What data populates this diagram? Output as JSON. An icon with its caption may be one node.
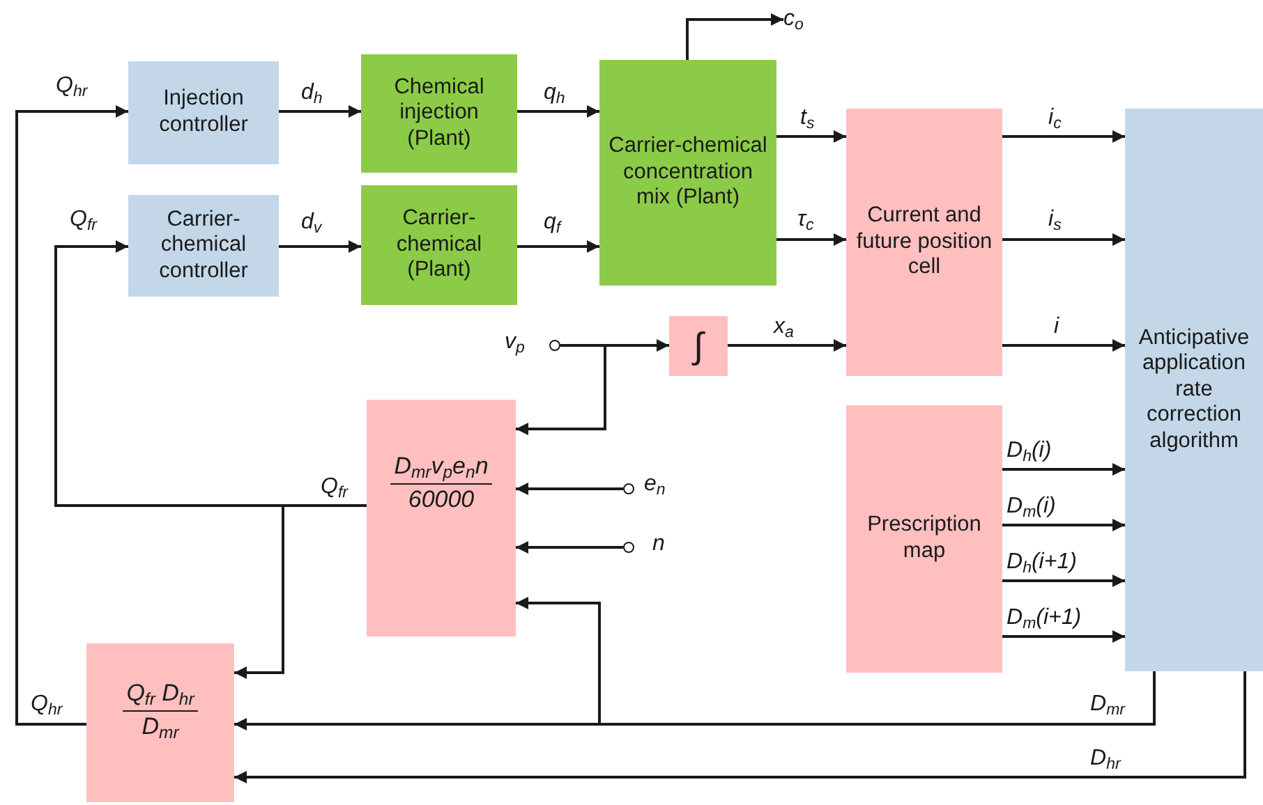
{
  "diagram": {
    "nodes": [
      {
        "text": [
          "Injection controller"
        ]
      },
      {
        "text": [
          "Carrier-chemical controller"
        ]
      },
      {
        "text": [
          "Chemical injection (Plant)"
        ]
      },
      {
        "text": [
          "Carrier-chemical (Plant)"
        ]
      },
      {
        "text": [
          "Carrier-chemical concentration mix (Plant)"
        ]
      },
      {
        "text": [
          "Current and future position cell"
        ]
      },
      {
        "text": [
          "Anticipative application rate correction algorithm"
        ]
      },
      {
        "text": [
          "∫"
        ]
      },
      {
        "text": [
          "D$_{mr}$v$_{p}$e$_{n}$n",
          "60000"
        ]
      },
      {
        "text": [
          "Prescription map"
        ]
      },
      {
        "text": [
          "Q$_{fr}$ D$_{hr}$",
          "D$_{mr}$"
        ]
      },
      {
        "text": [
          "c$_{o}$"
        ]
      },
      {
        "text": [],
        "shape": "circle",
        "beside": [
          "v$_{p}$"
        ]
      },
      {
        "text": [],
        "shape": "circle",
        "beside": [
          "e$_{n}$"
        ]
      },
      {
        "text": [],
        "shape": "circle",
        "beside": [
          "n"
        ]
      }
    ],
    "edges": [
      {
        "from": 10,
        "to": 0,
        "arrow": "to",
        "label": "Q$_{hr}$"
      },
      {
        "from": 8,
        "to": 1,
        "arrow": "to",
        "label": "Q$_{fr}$"
      },
      {
        "from": 8,
        "to": 10,
        "arrow": "to"
      },
      {
        "from": 0,
        "to": 2,
        "arrow": "to",
        "label": "d$_{h}$"
      },
      {
        "from": 1,
        "to": 3,
        "arrow": "to",
        "label": "d$_{v}$"
      },
      {
        "from": 2,
        "to": 4,
        "arrow": "to",
        "label": "q$_{h}$"
      },
      {
        "from": 3,
        "to": 4,
        "arrow": "to",
        "label": "q$_{f}$"
      },
      {
        "from": 4,
        "to": 11,
        "arrow": "to"
      },
      {
        "from": 4,
        "to": 5,
        "arrow": "to",
        "label": "t$_{s}$"
      },
      {
        "from": 4,
        "to": 5,
        "arrow": "to",
        "label": "τ$_{c}$"
      },
      {
        "from": 12,
        "to": 7,
        "arrow": "to"
      },
      {
        "from": 12,
        "to": 8,
        "arrow": "to"
      },
      {
        "from": 7,
        "to": 5,
        "arrow": "to",
        "label": "x$_{a}$"
      },
      {
        "from": 5,
        "to": 6,
        "arrow": "to",
        "label": "i$_{c}$"
      },
      {
        "from": 5,
        "to": 6,
        "arrow": "to",
        "label": "i$_{s}$"
      },
      {
        "from": 5,
        "to": 6,
        "arrow": "to",
        "label": "i"
      },
      {
        "from": 13,
        "to": 8,
        "arrow": "to"
      },
      {
        "from": 14,
        "to": 8,
        "arrow": "to"
      },
      {
        "from": 9,
        "to": 6,
        "arrow": "to",
        "label": "D$_{h}$(i)"
      },
      {
        "from": 9,
        "to": 6,
        "arrow": "to",
        "label": "D$_{m}$(i)"
      },
      {
        "from": 9,
        "to": 6,
        "arrow": "to",
        "label": "D$_{h}$(i+1)"
      },
      {
        "from": 9,
        "to": 6,
        "arrow": "to",
        "label": "D$_{m}$(i+1)"
      },
      {
        "from": 6,
        "to": 10,
        "arrow": "to",
        "label": "D$_{mr}$"
      },
      {
        "from": 6,
        "to": 8,
        "arrow": "to"
      },
      {
        "from": 6,
        "to": 10,
        "arrow": "to",
        "label": "D$_{hr}$"
      }
    ],
    "labels": [
      "Q$_{hr}$",
      "Q$_{fr}$"
    ]
  }
}
